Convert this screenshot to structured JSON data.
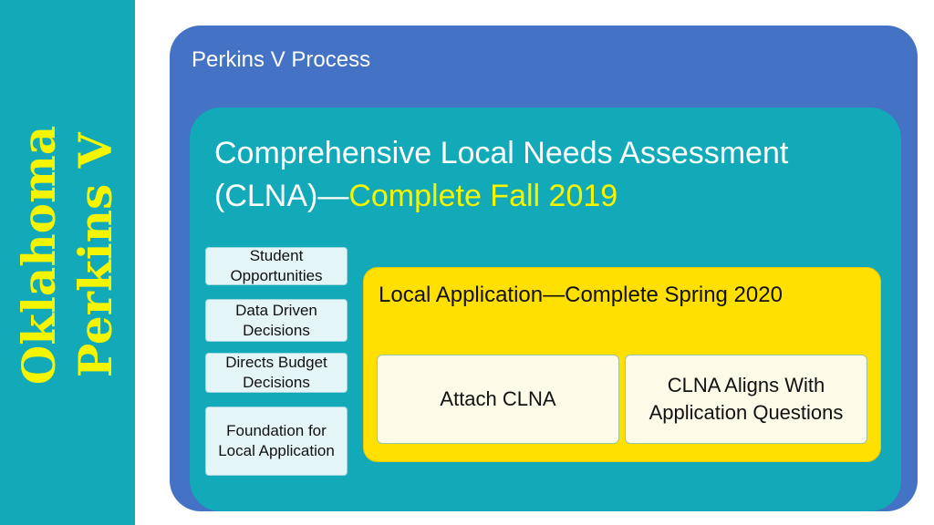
{
  "sidebar": {
    "title_line1": "Oklahoma",
    "title_line2": "Perkins V"
  },
  "process": {
    "title": "Perkins V Process",
    "clna": {
      "title": "Comprehensive Local Needs Assessment (CLNA)—",
      "status": "Complete Fall 2019",
      "items": [
        "Student Opportunities",
        "Data Driven Decisions",
        "Directs Budget Decisions",
        "Foundation for Local Application"
      ]
    },
    "application": {
      "title": "Local Application—Complete Spring 2020",
      "steps": [
        "Attach CLNA",
        "CLNA Aligns With Application Questions"
      ]
    }
  },
  "colors": {
    "teal": "#12a9b8",
    "blue": "#4472c4",
    "yellow": "#ffe000",
    "title_yellow": "#f5f500"
  }
}
